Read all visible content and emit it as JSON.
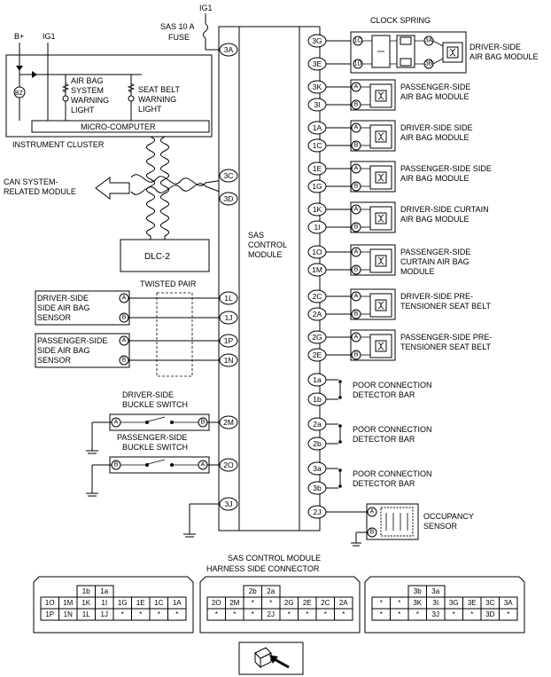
{
  "top": {
    "ig1_top": "IG1",
    "fuse_line1": "SAS 10 A",
    "fuse_line2": "FUSE",
    "b_plus": "B+",
    "ig1_left": "IG1",
    "clock_spring": "CLOCK SPRING"
  },
  "cluster": {
    "airbag_light": [
      "AIR BAG",
      "SYSTEM",
      "WARNING",
      "LIGHT"
    ],
    "seatbelt_light": [
      "SEAT BELT",
      "WARNING",
      "LIGHT"
    ],
    "bz": "BZ",
    "micro": "MICRO-COMPUTER",
    "name": "INSTRUMENT CLUSTER"
  },
  "can": [
    "CAN SYSTEM-",
    "RELATED MODULE"
  ],
  "dlc": "DLC-2",
  "twisted_pair": "TWISTED PAIR",
  "sas": [
    "SAS",
    "CONTROL",
    "MODULE"
  ],
  "left_sensors": [
    {
      "lines": [
        "DRIVER-SIDE",
        "SIDE AIR BAG",
        "SENSOR"
      ],
      "pins": [
        "1L",
        "1J"
      ]
    },
    {
      "lines": [
        "PASSENGER-SIDE",
        "SIDE AIR BAG",
        "SENSOR"
      ],
      "pins": [
        "1P",
        "1N"
      ]
    }
  ],
  "buckles": [
    {
      "title": [
        "DRIVER-SIDE",
        "BUCKLE SWITCH"
      ],
      "pin": "2M",
      "left": "A",
      "right": "B"
    },
    {
      "title": [
        "PASSENGER-SIDE",
        "BUCKLE SWITCH"
      ],
      "pin": "2O",
      "left": "B",
      "right": "A"
    }
  ],
  "left_pins": {
    "fuse": "3A",
    "can_h": "3C",
    "can_l": "3D",
    "gnd": "3J"
  },
  "driver_airbag": {
    "lines": [
      "DRIVER-SIDE",
      "AIR BAG MODULE"
    ],
    "pins": [
      "3G",
      "3E"
    ],
    "cs_left": [
      "1C",
      "1D"
    ],
    "cs_right": [
      "3A",
      "3B"
    ]
  },
  "right_modules": [
    {
      "pins": [
        "3K",
        "3I"
      ],
      "lines": [
        "PASSENGER-SIDE",
        "AIR BAG MODULE"
      ]
    },
    {
      "pins": [
        "1A",
        "1C"
      ],
      "lines": [
        "DRIVER-SIDE SIDE",
        "AIR BAG MODULE"
      ]
    },
    {
      "pins": [
        "1E",
        "1G"
      ],
      "lines": [
        "PASSENGER-SIDE SIDE",
        "AIR BAG MODULE"
      ]
    },
    {
      "pins": [
        "1K",
        "1I"
      ],
      "lines": [
        "DRIVER-SIDE CURTAIN",
        "AIR BAG MODULE"
      ]
    },
    {
      "pins": [
        "1O",
        "1M"
      ],
      "lines": [
        "PASSENGER-SIDE",
        "CURTAIN AIR BAG",
        "MODULE"
      ]
    },
    {
      "pins": [
        "2C",
        "2A"
      ],
      "lines": [
        "DRIVER-SIDE PRE-",
        "TENSIONER SEAT BELT"
      ]
    },
    {
      "pins": [
        "2G",
        "2E"
      ],
      "lines": [
        "PASSENGER-SIDE PRE-",
        "TENSIONER SEAT BELT"
      ]
    }
  ],
  "detector_bars": [
    {
      "pins": [
        "1a",
        "1b"
      ],
      "lines": [
        "POOR CONNECTION",
        "DETECTOR BAR"
      ]
    },
    {
      "pins": [
        "2a",
        "2b"
      ],
      "lines": [
        "POOR CONNECTION",
        "DETECTOR BAR"
      ]
    },
    {
      "pins": [
        "3a",
        "3b"
      ],
      "lines": [
        "POOR CONNECTION",
        "DETECTOR BAR"
      ]
    }
  ],
  "occupancy": {
    "pin": "2J",
    "lines": [
      "OCCUPANCY",
      "SENSOR"
    ]
  },
  "connector": {
    "title": [
      "SAS CONTROL MODULE",
      "HARNESS SIDE CONNECTOR"
    ],
    "blocks": [
      {
        "top": [
          "1b",
          "1a"
        ],
        "rows": [
          [
            "1O",
            "1M",
            "1K",
            "1I",
            "1G",
            "1E",
            "1C",
            "1A"
          ],
          [
            "1P",
            "1N",
            "1L",
            "1J",
            "*",
            "*",
            "*",
            "*"
          ]
        ]
      },
      {
        "top": [
          "2b",
          "2a"
        ],
        "rows": [
          [
            "2O",
            "2M",
            "*",
            "*",
            "2G",
            "2E",
            "2C",
            "2A"
          ],
          [
            "*",
            "*",
            "*",
            "2J",
            "*",
            "*",
            "*",
            "*"
          ]
        ]
      },
      {
        "top": [
          "3b",
          "3a"
        ],
        "rows": [
          [
            "*",
            "*",
            "3K",
            "3I",
            "3G",
            "3E",
            "3C",
            "3A"
          ],
          [
            "*",
            "*",
            "*",
            "3J",
            "*",
            "*",
            "3D",
            "*"
          ]
        ]
      }
    ]
  },
  "ab": {
    "a": "A",
    "b": "B"
  }
}
